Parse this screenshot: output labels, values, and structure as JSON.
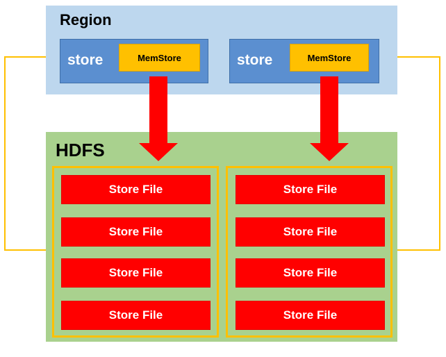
{
  "region": {
    "title": "Region",
    "stores": [
      {
        "label": "store",
        "memstore": "MemStore"
      },
      {
        "label": "store",
        "memstore": "MemStore"
      }
    ]
  },
  "hdfs": {
    "title": "HDFS",
    "groups": [
      {
        "files": [
          "Store File",
          "Store File",
          "Store File",
          "Store File"
        ]
      },
      {
        "files": [
          "Store File",
          "Store File",
          "Store File",
          "Store File"
        ]
      }
    ]
  },
  "colors": {
    "region_bg": "#bdd7ee",
    "store_bg": "#5b8fd0",
    "memstore_bg": "#ffc000",
    "hdfs_bg": "#a9d18e",
    "store_file_bg": "#ff0000",
    "connector": "#ffc000",
    "arrow": "#ff0000"
  }
}
